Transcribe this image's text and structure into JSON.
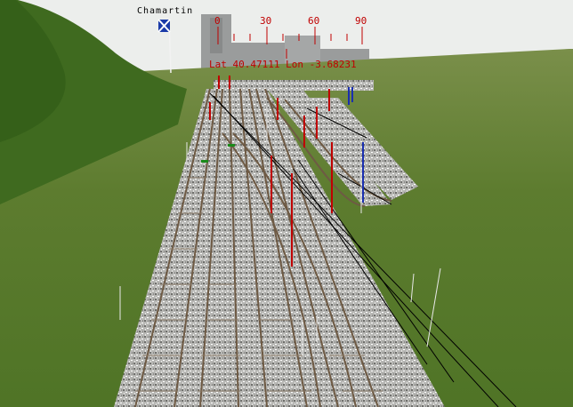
{
  "place_label": "Chamartin",
  "compass": {
    "tick_labels": [
      "0",
      "30",
      "60",
      "90"
    ]
  },
  "position": {
    "readout": "Lat 40.47111 Lon -3.68231"
  },
  "colors": {
    "sky": "#e9ecea",
    "grass": "#5a7a2e",
    "hill": "#3f6a1f",
    "ballast": "#b8b8b6",
    "rail": "#6e5a44",
    "signal": "#c00000",
    "hud_text": "#c00000"
  },
  "icons": {
    "flag": "station-flag-icon"
  }
}
